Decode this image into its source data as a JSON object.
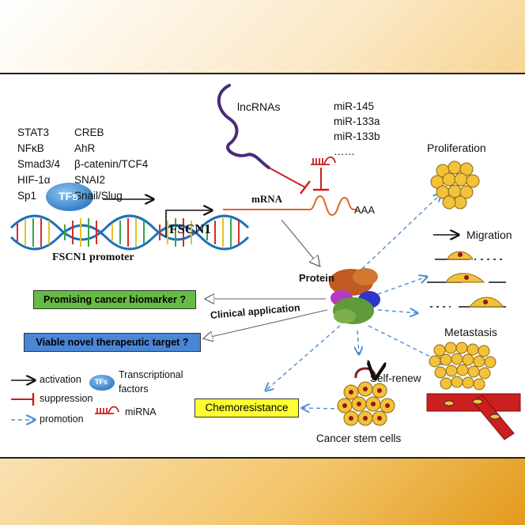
{
  "tf_list_left": [
    "STAT3",
    "NFκB",
    "Smad3/4",
    "HIF-1α",
    "Sp1"
  ],
  "tf_list_right": [
    "CREB",
    "AhR",
    "β-catenin/TCF4",
    "SNAI2",
    "Snail/Slug"
  ],
  "tfs_label": "TFs",
  "gene_label": "FSCN1",
  "promoter_label": "FSCN1 promoter",
  "lncrna_label": "lncRNAs",
  "mirna_list": [
    "miR-145",
    "miR-133a",
    "miR-133b",
    "……"
  ],
  "mrna_label": "mRNA",
  "polya_label": "AAA",
  "protein_label": "Protein",
  "clinical_label": "Clinical application",
  "biomarker_box": "Promising cancer biomarker ?",
  "target_box": "Viable novel therapeutic target ?",
  "proliferation_label": "Proliferation",
  "migration_label": "Migration",
  "metastasis_label": "Metastasis",
  "selfrenew_label": "Self-renew",
  "stemcells_label": "Cancer stem cells",
  "chemoresistance_box": "Chemoresistance",
  "legend": {
    "activation": "activation",
    "suppression": "suppression",
    "promotion": "promotion",
    "tfs_desc_line1": "Transcriptional",
    "tfs_desc_line2": "factors",
    "mirna": "miRNA",
    "tfs_icon": "TFs"
  },
  "colors": {
    "activation": "#111111",
    "suppression": "#cc1f1f",
    "promotion": "#4a8fd6",
    "tf_blob": "#3f8fd6",
    "biomarker_box": "#66bb44",
    "target_box": "#4a86d6",
    "chemo_box": "#ffff33",
    "cell_fill": "#f3c13a",
    "cell_nucleus": "#8b1a1a",
    "vessel": "#cc1f1f"
  }
}
